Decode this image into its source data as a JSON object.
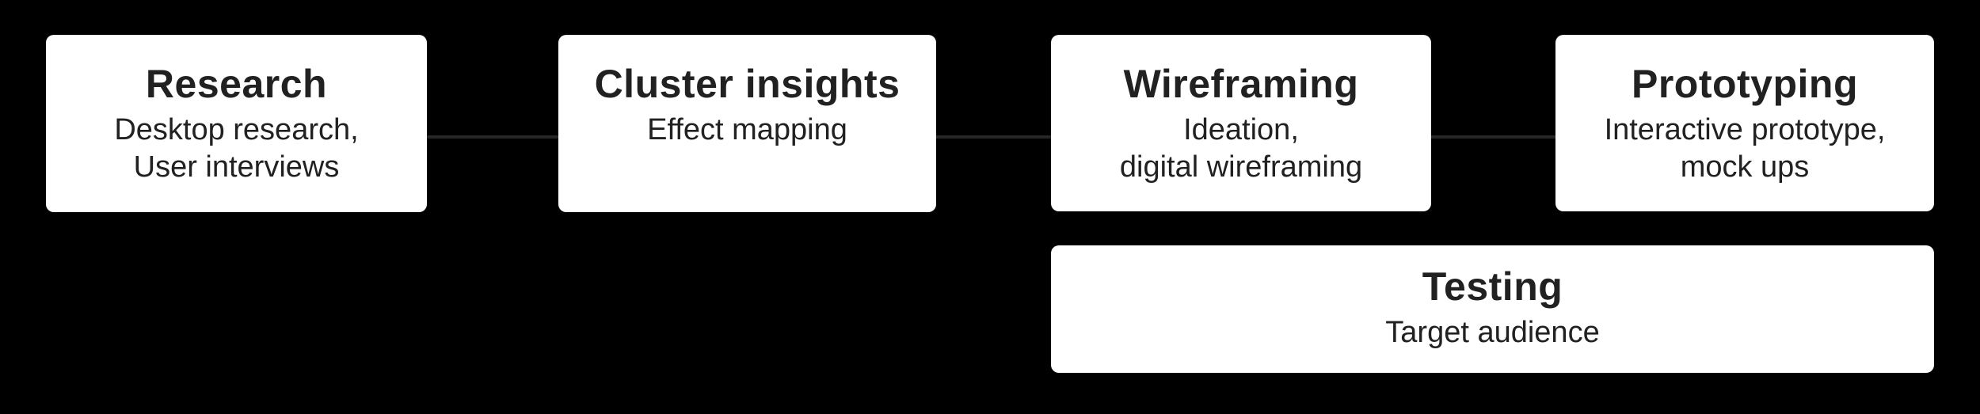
{
  "theme": {
    "background": "#000000",
    "card_background": "#ffffff",
    "text_color": "#212121",
    "connector_color": "#262626"
  },
  "diagram": {
    "type": "process-flow",
    "steps": [
      {
        "title": "Research",
        "subtitle_lines": [
          "Desktop research,",
          "User interviews"
        ]
      },
      {
        "title": "Cluster insights",
        "subtitle_lines": [
          "Effect mapping"
        ]
      },
      {
        "title": "Wireframing",
        "subtitle_lines": [
          "Ideation,",
          "digital wireframing"
        ]
      },
      {
        "title": "Prototyping",
        "subtitle_lines": [
          "Interactive prototype,",
          "mock ups"
        ]
      },
      {
        "title": "Testing",
        "subtitle_lines": [
          "Target audience"
        ]
      }
    ]
  }
}
